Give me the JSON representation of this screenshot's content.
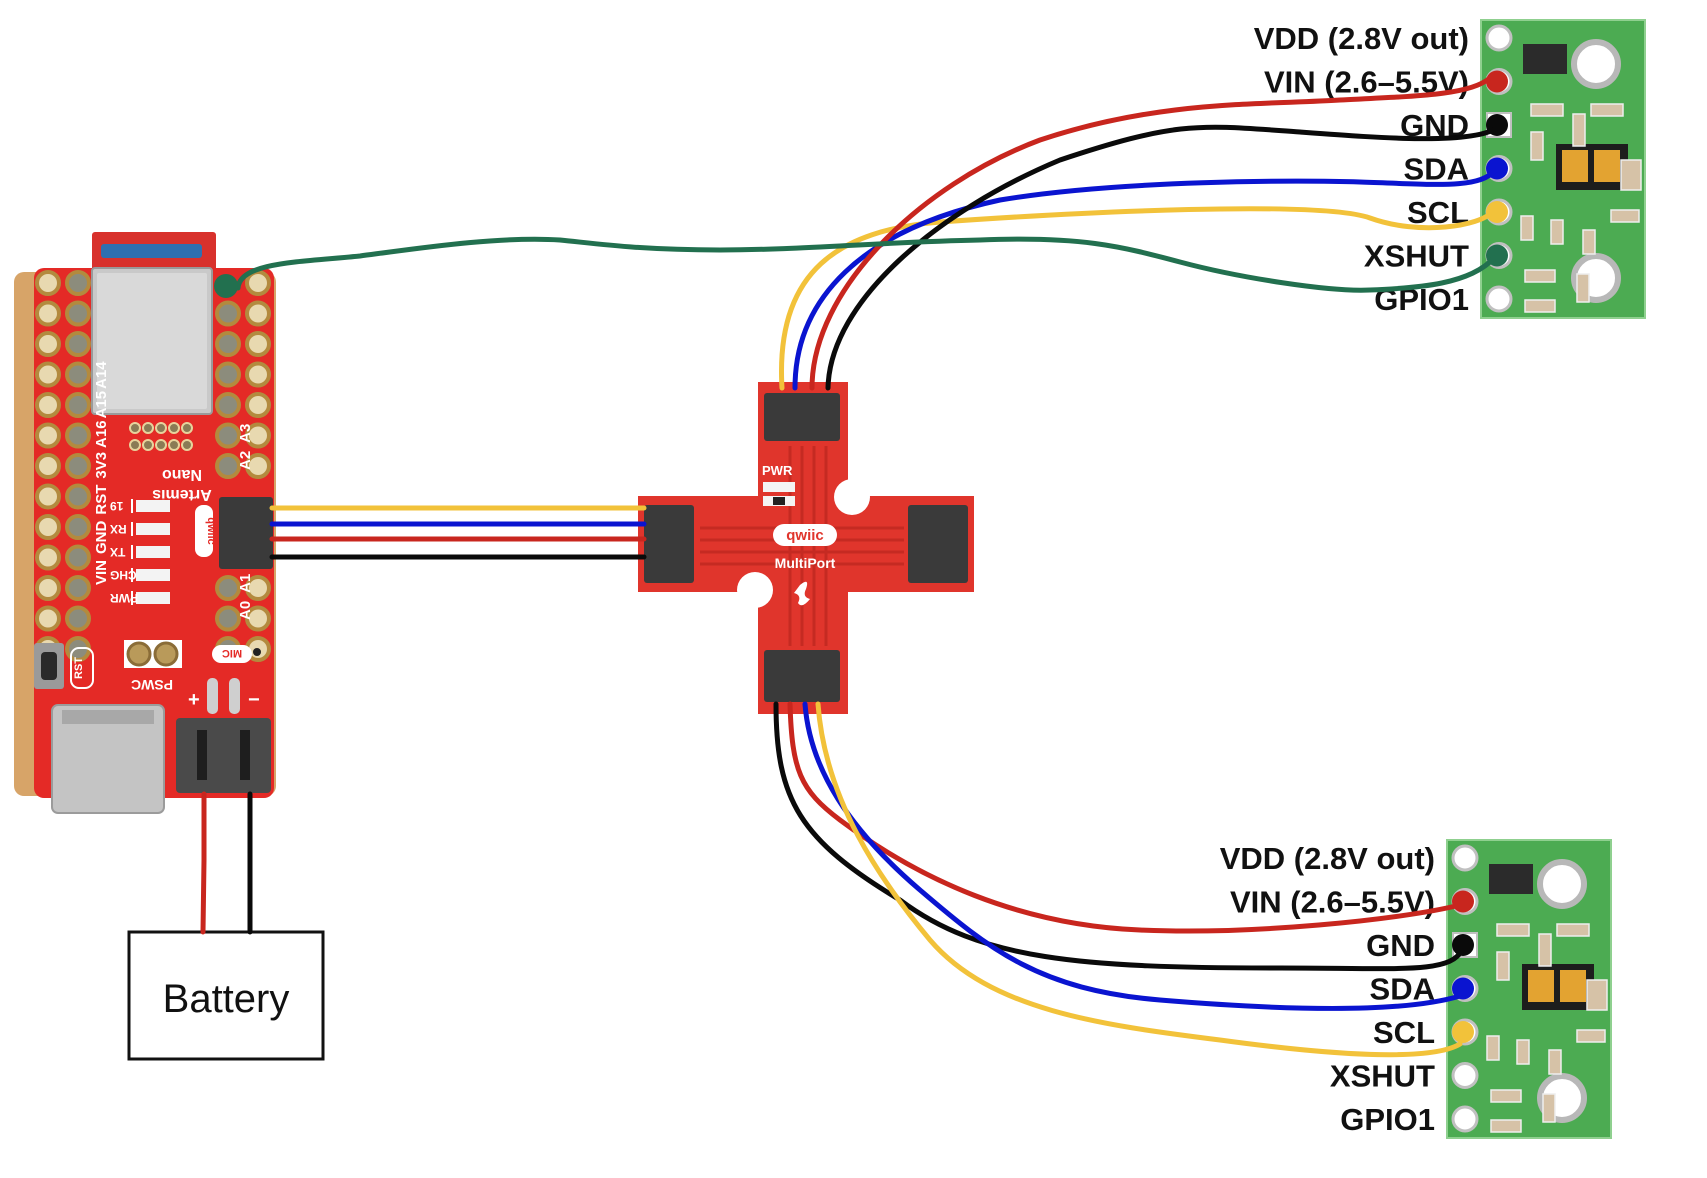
{
  "diagram": {
    "title": "Artemis Nano + Qwiic MultiPort + dual VL53L1X ToF sensor wiring",
    "colors": {
      "wire_red": "#c8261e",
      "wire_black": "#0a0a0a",
      "wire_blue": "#0a14d0",
      "wire_yellow": "#f2c23a",
      "wire_green": "#22704f",
      "pcb_red": "#e42a26",
      "pcb_green": "#4cab52",
      "connector_gray": "#3a3a3a"
    },
    "microcontroller": {
      "name": "Artemis Nano",
      "silk_line1": "Artemis",
      "silk_line2": "Nano",
      "left_pin_labels": [
        "A16",
        "A15",
        "A14",
        "3V3",
        "RST",
        "GND",
        "VIN"
      ],
      "right_pin_labels": [
        "A3",
        "A2",
        "A1",
        "A0"
      ],
      "led_labels": [
        "19",
        "RX",
        "TX",
        "CHG",
        "PWR"
      ],
      "button_label": "RST",
      "switch_label": "PSWC",
      "mic_label": "MIC",
      "qwiic_label": "qwiic",
      "battery_plus": "+",
      "battery_minus": "−"
    },
    "multiport": {
      "name": "Qwiic MultiPort",
      "qwiic_label": "qwiic",
      "silk_label": "MultiPort",
      "pwr_label": "PWR"
    },
    "battery": {
      "label": "Battery"
    },
    "sensors": [
      {
        "id": "sensor-top",
        "pins": [
          "VDD (2.8V out)",
          "VIN (2.6–5.5V)",
          "GND",
          "SDA",
          "SCL",
          "XSHUT",
          "GPIO1"
        ],
        "connected": [
          "VIN (2.6–5.5V)",
          "GND",
          "SDA",
          "SCL",
          "XSHUT"
        ]
      },
      {
        "id": "sensor-bottom",
        "pins": [
          "VDD (2.8V out)",
          "VIN (2.6–5.5V)",
          "GND",
          "SDA",
          "SCL",
          "XSHUT",
          "GPIO1"
        ],
        "connected": [
          "VIN (2.6–5.5V)",
          "GND",
          "SDA",
          "SCL"
        ]
      }
    ],
    "connections": [
      {
        "from": "Artemis Nano Qwiic",
        "to": "MultiPort left port",
        "wires": [
          "SCL-yellow",
          "SDA-blue",
          "3V3-red",
          "GND-black"
        ]
      },
      {
        "from": "MultiPort top port",
        "to": "Top sensor",
        "wires": [
          "SCL-yellow",
          "SDA-blue",
          "VIN-red",
          "GND-black"
        ]
      },
      {
        "from": "MultiPort bottom port",
        "to": "Bottom sensor",
        "wires": [
          "GND-black",
          "VIN-red",
          "SDA-blue",
          "SCL-yellow"
        ]
      },
      {
        "from": "Artemis Nano digital pin",
        "to": "Top sensor XSHUT",
        "wires": [
          "XSHUT-green"
        ]
      },
      {
        "from": "Artemis Nano battery connector",
        "to": "Battery",
        "wires": [
          "+red",
          "-black"
        ]
      }
    ]
  }
}
